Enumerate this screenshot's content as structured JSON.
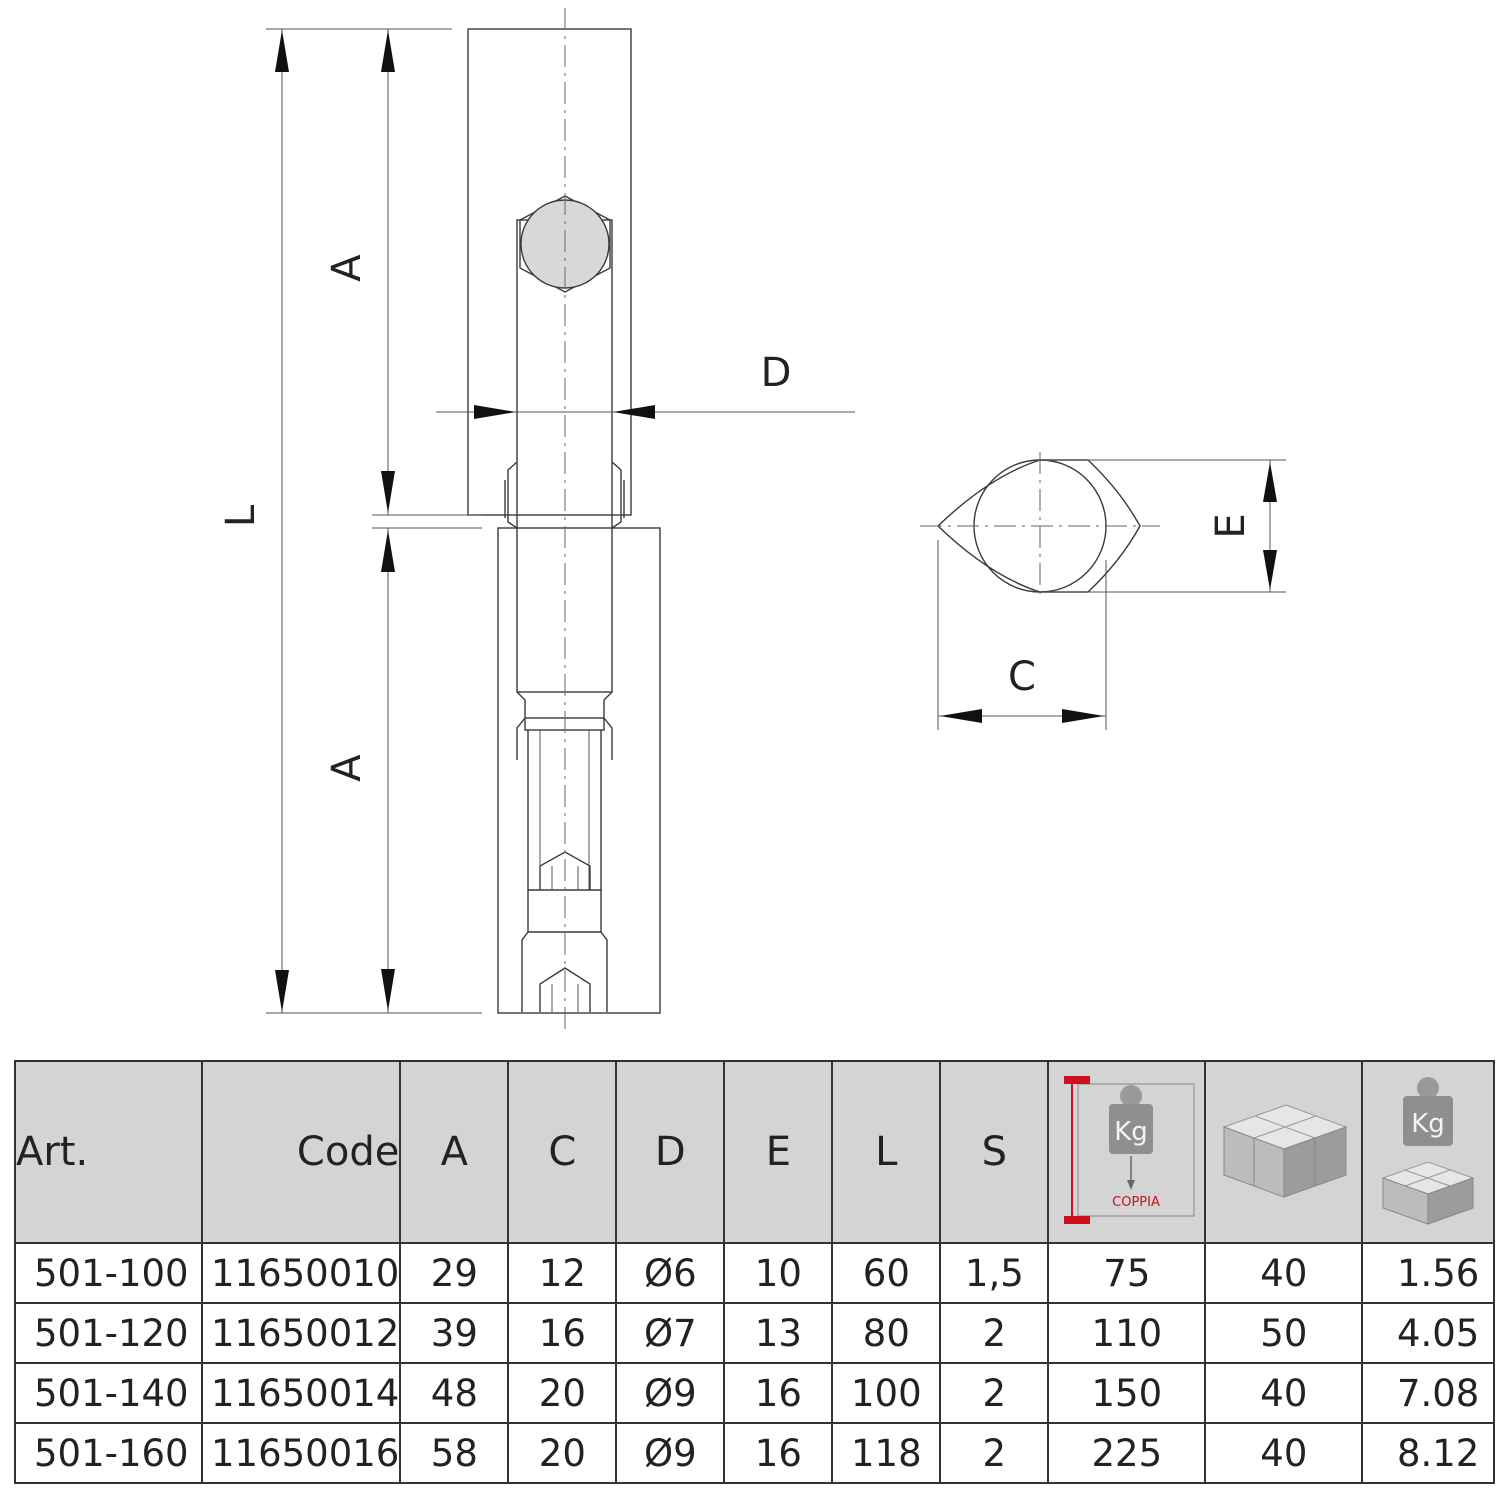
{
  "drawing": {
    "labels": {
      "L": "L",
      "A_top": "A",
      "A_bottom": "A",
      "D": "D",
      "C": "C",
      "E": "E"
    }
  },
  "table": {
    "headers": {
      "art": "Art.",
      "code": "Code",
      "a": "A",
      "c": "C",
      "d": "D",
      "e": "E",
      "l": "L",
      "s": "S",
      "load_icon": "weight-per-pair-icon",
      "load_icon_text": "Kg",
      "load_icon_sub": "COPPIA",
      "package_icon": "package-quantity-icon",
      "weight_icon": "package-weight-icon",
      "weight_icon_text": "Kg"
    },
    "rows": [
      {
        "art": "501-100",
        "code": "11650010",
        "a": "29",
        "c": "12",
        "d": "Ø6",
        "e": "10",
        "l": "60",
        "s": "1,5",
        "load": "75",
        "pack": "40",
        "kg": "1.56"
      },
      {
        "art": "501-120",
        "code": "11650012",
        "a": "39",
        "c": "16",
        "d": "Ø7",
        "e": "13",
        "l": "80",
        "s": "2",
        "load": "110",
        "pack": "50",
        "kg": "4.05"
      },
      {
        "art": "501-140",
        "code": "11650014",
        "a": "48",
        "c": "20",
        "d": "Ø9",
        "e": "16",
        "l": "100",
        "s": "2",
        "load": "150",
        "pack": "40",
        "kg": "7.08"
      },
      {
        "art": "501-160",
        "code": "11650016",
        "a": "58",
        "c": "20",
        "d": "Ø9",
        "e": "16",
        "l": "118",
        "s": "2",
        "load": "225",
        "pack": "40",
        "kg": "8.12"
      }
    ],
    "colors": {
      "header_bg": "#d4d4d4",
      "accent_red": "#cc1020"
    }
  }
}
